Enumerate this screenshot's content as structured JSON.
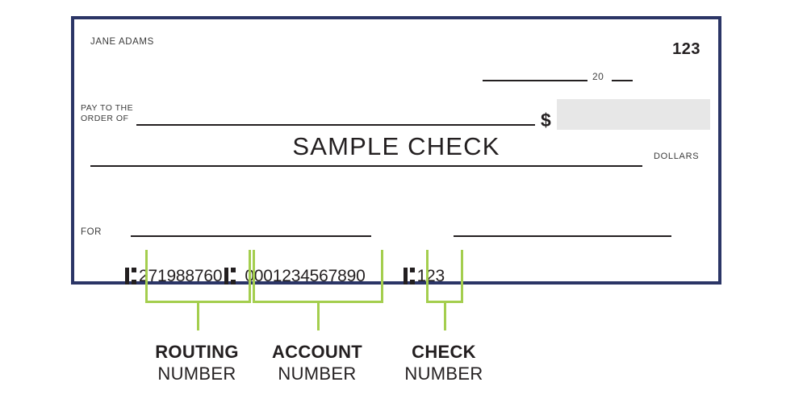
{
  "check": {
    "account_holder": "JANE ADAMS",
    "check_number_top": "123",
    "date_year_prefix": "20",
    "pay_to_label_line1": "PAY TO THE",
    "pay_to_label_line2": "ORDER OF",
    "currency_symbol": "$",
    "sample_text": "SAMPLE CHECK",
    "dollars_label": "DOLLARS",
    "for_label": "FOR",
    "amount_box_color": "#e7e7e7",
    "border_color": "#2b3566"
  },
  "micr": {
    "routing_number": "271988760",
    "account_number": "0001234567890",
    "check_number": "123"
  },
  "callouts": {
    "accent_color": "#a4ce4e",
    "routing": {
      "line1": "ROUTING",
      "line2": "NUMBER"
    },
    "account": {
      "line1": "ACCOUNT",
      "line2": "NUMBER"
    },
    "check": {
      "line1": "CHECK",
      "line2": "NUMBER"
    }
  }
}
